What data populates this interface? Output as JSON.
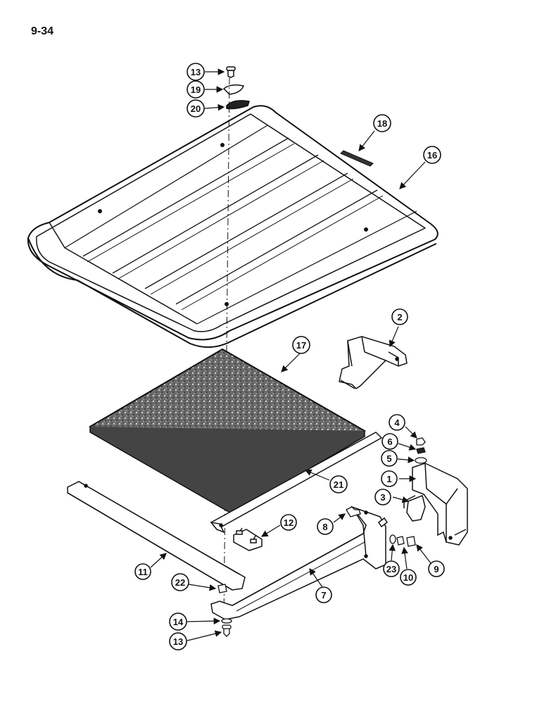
{
  "page_number": "9-34",
  "callouts": {
    "c1": "1",
    "c2": "2",
    "c3": "3",
    "c4": "4",
    "c5": "5",
    "c6": "6",
    "c7": "7",
    "c8": "8",
    "c9": "9",
    "c10": "10",
    "c11": "11",
    "c12": "12",
    "c13a": "13",
    "c13b": "13",
    "c14": "14",
    "c16": "16",
    "c17": "17",
    "c18": "18",
    "c19": "19",
    "c20": "20",
    "c21": "21",
    "c22": "22",
    "c23": "23"
  },
  "colors": {
    "ink": "#111111",
    "paper": "#ffffff",
    "insulation": "#555555"
  }
}
